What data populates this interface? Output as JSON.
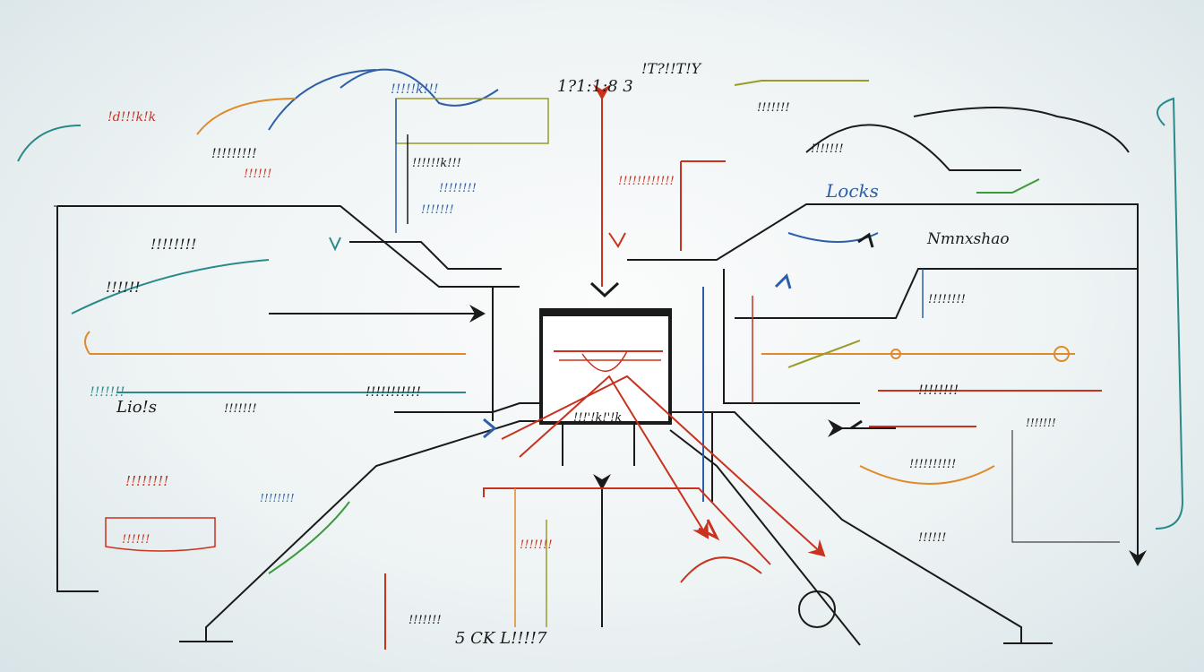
{
  "palette": {
    "ink": "#1a1a1a",
    "red": "#c8321e",
    "orange": "#e08a2a",
    "blue": "#2d5fa8",
    "teal": "#2a8a8a",
    "green": "#3a9a3a",
    "olive": "#9a9a2a",
    "gray": "#8aa0a8"
  },
  "labels": {
    "top_center": "1?1:1:8 3",
    "top_right_small": "!T?!!T!Y",
    "right_header": "Nmnxshao",
    "locks": "Locks",
    "bottom_center": "5 CK L!!!!7",
    "left_mid": "Lio!s",
    "box_caption": "!!!'!k!'!k"
  },
  "scribbles": {
    "s1": "!d!!!k!k",
    "s2": "!!!!!k!!!",
    "s3": "!!!!!!!!!",
    "s4": "!!!!!!",
    "s5": "!!!!!!k!!!",
    "s6": "!!!!!!!!",
    "s7": "!!!!!!!",
    "s8": "!!!!!!!!",
    "s9": "!!!!!!",
    "s10": "!!!!!!!",
    "s11": "!!!!!!!!!!!",
    "s12": "!!!!!!!",
    "s13": "!!!!!!!!",
    "s14": "!!!!!!!!",
    "s15": "!!!!!!",
    "s16": "!!!!!!!!!!!!",
    "s17": "!!!!!!!",
    "s18": "!!!!!!!",
    "s19": "!!!!!!!!",
    "s20": "!!!!!!!!",
    "s21": "!!!!!!!",
    "s22": "!!!!!!!!!!",
    "s23": "!!!!!!",
    "s24": "!!!!!!!",
    "s25": "!!!!!!!"
  }
}
